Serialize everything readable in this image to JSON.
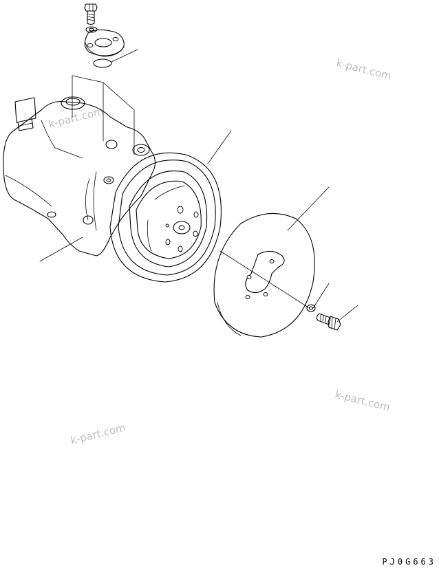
{
  "drawing": {
    "code": "PJ0G663"
  },
  "watermarks": [
    "k-part.com",
    "k-part.com",
    "k-part.com",
    "k-part.com"
  ],
  "parts": [
    {
      "name": "mounting-bolt-top"
    },
    {
      "name": "washer-top"
    },
    {
      "name": "cover-plate"
    },
    {
      "name": "o-ring"
    },
    {
      "name": "compressor"
    },
    {
      "name": "clutch-pulley"
    },
    {
      "name": "front-plate"
    },
    {
      "name": "washer-front"
    },
    {
      "name": "bolt-front"
    }
  ]
}
